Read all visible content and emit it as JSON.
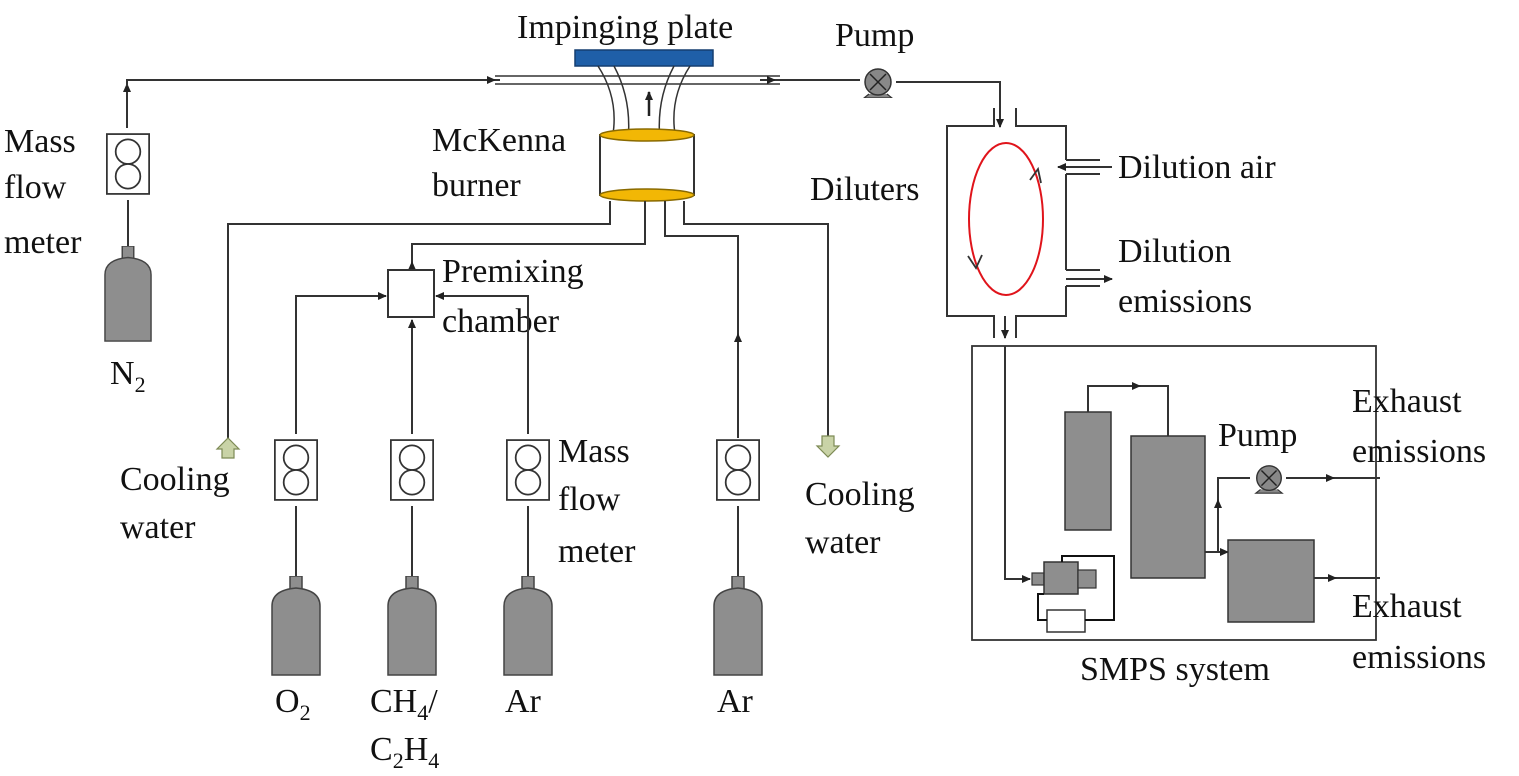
{
  "labels": {
    "impinging_plate": "Impinging plate",
    "pump_top": "Pump",
    "mckenna_1": "McKenna",
    "mckenna_2": "burner",
    "mfm_n2_1": "Mass",
    "mfm_n2_2": "flow",
    "mfm_n2_3": "meter",
    "n2": "N",
    "n2_sub": "2",
    "premix_1": "Premixing",
    "premix_2": "chamber",
    "diluters": "Diluters",
    "dilution_air": "Dilution air",
    "dilution_emissions_1": "Dilution",
    "dilution_emissions_2": "emissions",
    "cooling_left_1": "Cooling",
    "cooling_left_2": "water",
    "cooling_right_1": "Cooling",
    "cooling_right_2": "water",
    "mfm_ar_1": "Mass",
    "mfm_ar_2": "flow",
    "mfm_ar_3": "meter",
    "o2": "O",
    "o2_sub": "2",
    "ch4_a": "CH",
    "ch4_sub": "4",
    "ch4_b": "/",
    "c2h4_a": "C",
    "c2h4_sub1": "2",
    "c2h4_b": "H",
    "c2h4_sub2": "4",
    "ar1": "Ar",
    "ar2": "Ar",
    "exhaust1_1": "Exhaust",
    "exhaust1_2": "emissions",
    "exhaust2_1": "Exhaust",
    "exhaust2_2": "emissions",
    "pump_smps": "Pump",
    "smps": "SMPS system"
  },
  "colors": {
    "impinging_plate": "#1f5fa8",
    "burner_disk": "#f2b705",
    "recirculation": "#e0141b",
    "cooling_arrow": "#c9d3a7",
    "cylinder": "#8e8e8e"
  }
}
